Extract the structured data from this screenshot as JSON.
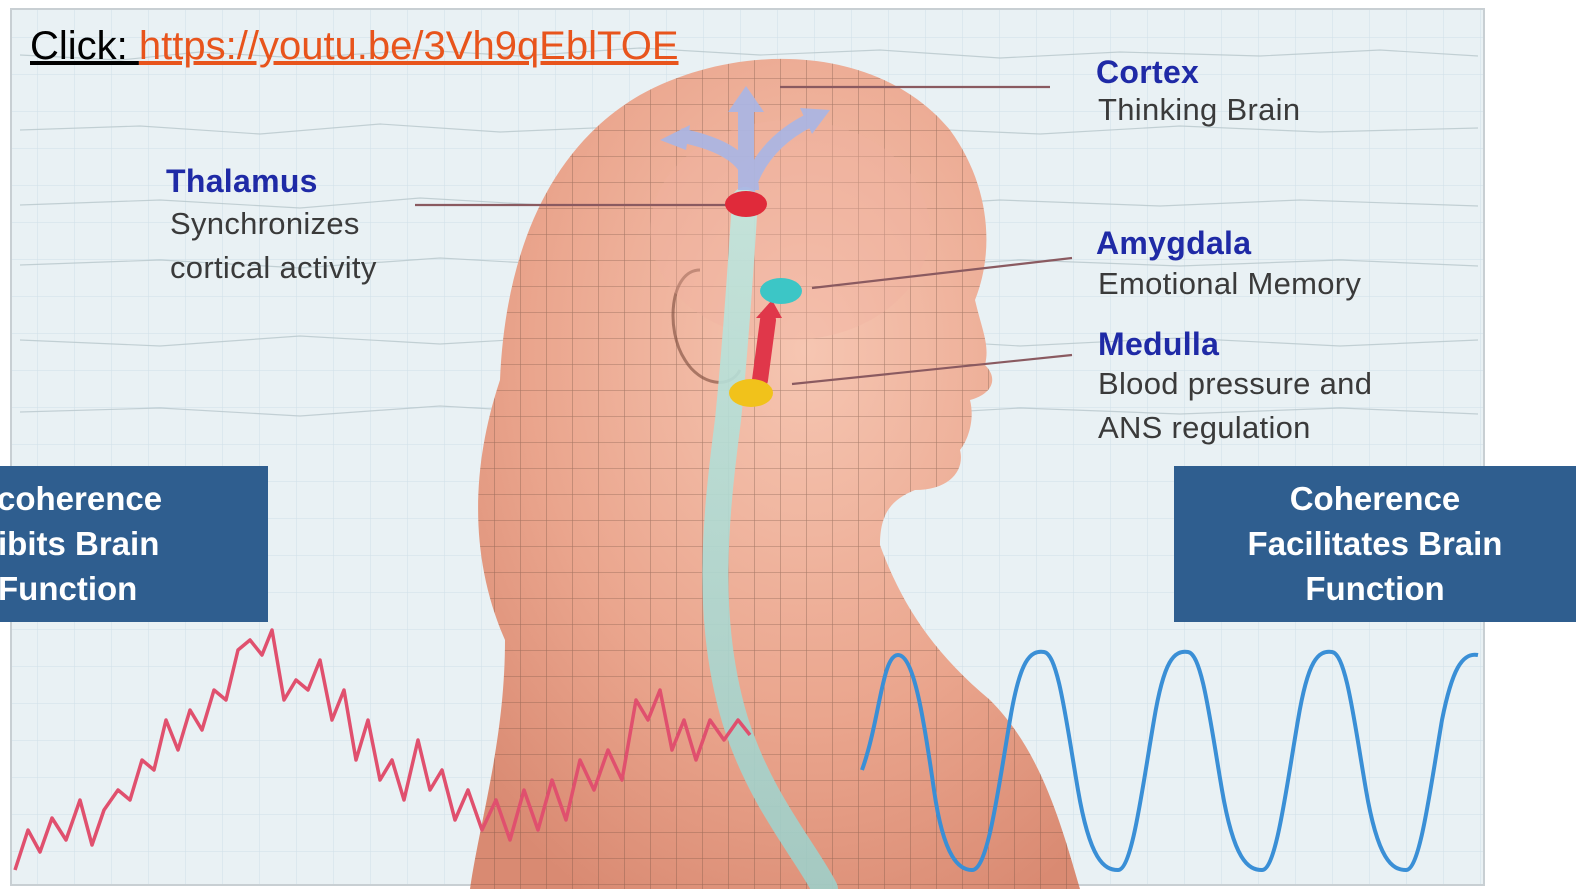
{
  "link": {
    "prefix": "Click: ",
    "url": "https://youtu.be/3Vh9qEblTOE"
  },
  "labels": {
    "cortex": {
      "title": "Cortex",
      "desc": [
        "Thinking Brain"
      ]
    },
    "thalamus": {
      "title": "Thalamus",
      "desc": [
        "Synchronizes",
        "cortical activity"
      ]
    },
    "amygdala": {
      "title": "Amygdala",
      "desc": [
        "Emotional Memory"
      ]
    },
    "medulla": {
      "title": "Medulla",
      "desc": [
        "Blood pressure and",
        "ANS regulation"
      ]
    }
  },
  "boxes": {
    "left": {
      "lines": [
        "coherence",
        "ibits Brain",
        "Function"
      ]
    },
    "right": {
      "lines": [
        "Coherence",
        "Facilitates Brain",
        "Function"
      ]
    }
  },
  "colors": {
    "label_title": "#1f2aa6",
    "box_fill": "#2f5e8f",
    "link": "#e8541c",
    "incoherent_wave": "#e0506e",
    "coherent_wave": "#3a8fd6",
    "thalamus_node": "#e02a3a",
    "amygdala_node": "#3cc6c6",
    "medulla_node": "#f1c21b"
  }
}
